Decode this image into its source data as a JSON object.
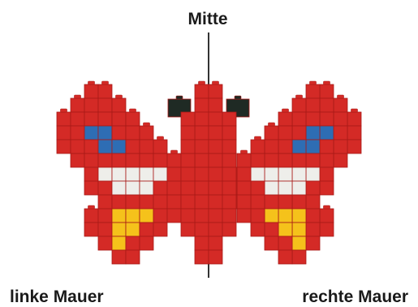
{
  "labels": {
    "top": "Mitte",
    "left": "linke Mauer",
    "right": "rechte Mauer"
  },
  "colors": {
    "red": "#d42a26",
    "red_dark": "#a81a17",
    "black": "#1f2a24",
    "blue": "#2e6db4",
    "white": "#eeeeea",
    "yellow": "#f5c21b",
    "line": "#333333"
  },
  "figure": {
    "subject": "butterfly built from red toy bricks",
    "center_column": "Mitte",
    "left_wing": "linke Mauer",
    "right_wing": "rechte Mauer"
  }
}
